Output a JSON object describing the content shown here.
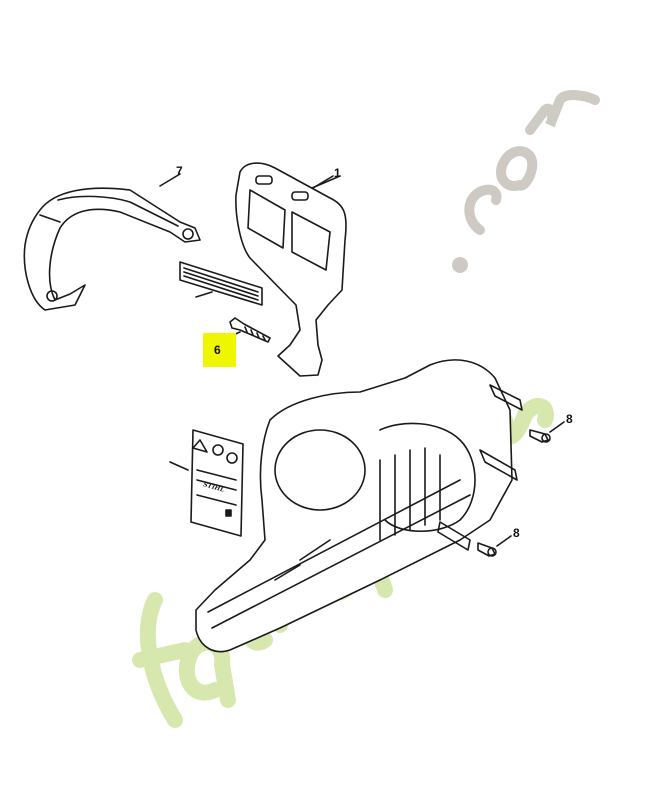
{
  "diagram": {
    "type": "exploded-parts-diagram",
    "subject": "chainsaw rear handle and housing",
    "background": "#ffffff",
    "line_color": "#1a1a1a",
    "highlight_color": "#eef600",
    "callouts": [
      {
        "id": "1",
        "label": "1",
        "part": "handle-frame"
      },
      {
        "id": "7",
        "label": "7",
        "part": "front-handlebar"
      },
      {
        "id": "6",
        "label": "6",
        "part": "screw",
        "highlighted": true
      },
      {
        "id": "8a",
        "label": "8",
        "part": "screw-upper"
      },
      {
        "id": "8b",
        "label": "8",
        "part": "screw-lower"
      }
    ],
    "unlabeled_parts": [
      "rubber-strip",
      "warning-label",
      "housing"
    ],
    "warning_label": {
      "brand_text": "STIHL"
    }
  },
  "watermark": {
    "site_text": "farfejardin",
    "domain_suffix": ".com",
    "green_color": "#cfe3a3",
    "orange_color": "#f7c98a",
    "grey_color": "#c8c4bc"
  }
}
